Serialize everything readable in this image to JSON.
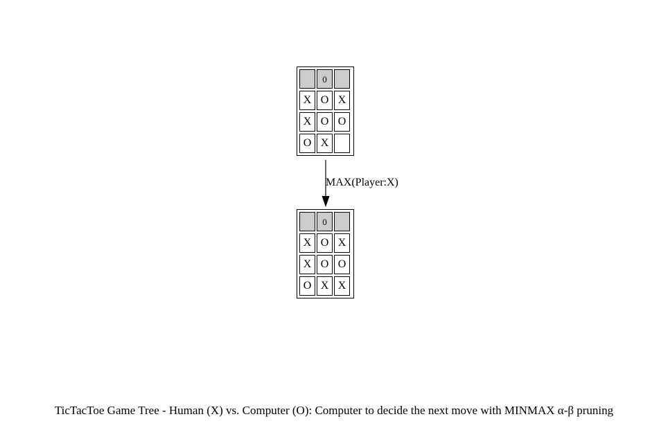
{
  "nodes": [
    {
      "header": [
        "",
        "0",
        ""
      ],
      "rows": [
        [
          "X",
          "O",
          "X"
        ],
        [
          "X",
          "O",
          "O"
        ],
        [
          "O",
          "X",
          ""
        ]
      ]
    },
    {
      "header": [
        "",
        "0",
        ""
      ],
      "rows": [
        [
          "X",
          "O",
          "X"
        ],
        [
          "X",
          "O",
          "O"
        ],
        [
          "O",
          "X",
          "X"
        ]
      ]
    }
  ],
  "edge": {
    "label": "MAX(Player:X)"
  },
  "caption": "TicTacToe Game Tree - Human (X) vs. Computer (O): Computer to decide the next move with MINMAX α-β pruning"
}
